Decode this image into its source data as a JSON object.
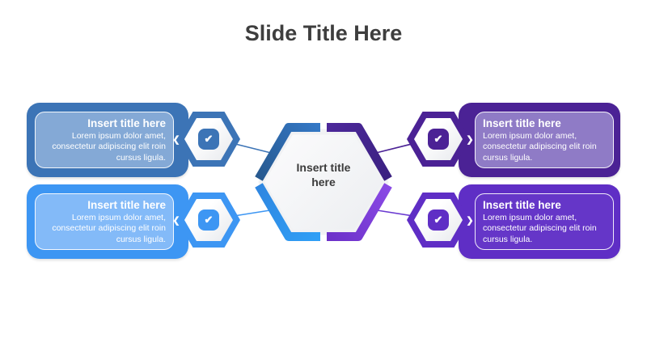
{
  "slide_title": "Slide Title Here",
  "center_hexagon": {
    "title": "Insert title here"
  },
  "callouts": [
    {
      "position": "top-left",
      "title": "Insert title here",
      "body": "Lorem ipsum dolor amet, consectetur adipiscing elit roin cursus ligula.",
      "accent_color": "#3C74B6",
      "panel_color": "#84A9D6"
    },
    {
      "position": "bottom-left",
      "title": "Insert title here",
      "body": "Lorem ipsum dolor amet, consectetur adipiscing elit roin cursus ligula.",
      "accent_color": "#3D96F3",
      "panel_color": "#83BAF8"
    },
    {
      "position": "top-right",
      "title": "Insert title here",
      "body": "Lorem ipsum dolor amet, consectetur adipiscing elit roin cursus ligula.",
      "accent_color": "#4B2295",
      "panel_color": "#8F7BC6"
    },
    {
      "position": "bottom-right",
      "title": "Insert title here",
      "body": "Lorem ipsum dolor amet, consectetur adipiscing elit roin cursus ligula.",
      "accent_color": "#5F2EC5",
      "panel_color": "#6536C8"
    }
  ],
  "icons": {
    "check": "✔",
    "chevron_left": "❮",
    "chevron_right": "❯"
  },
  "colors": {
    "title_text": "#3E3E3E",
    "center_fill": "#F2F3F5",
    "center_text": "#3B3B3B",
    "center_border_top_left": "#2D6BB0",
    "center_border_top_right": "#432488",
    "center_border_bottom_left": "#2F9CF4",
    "center_border_bottom_right": "#7A3ED8"
  }
}
